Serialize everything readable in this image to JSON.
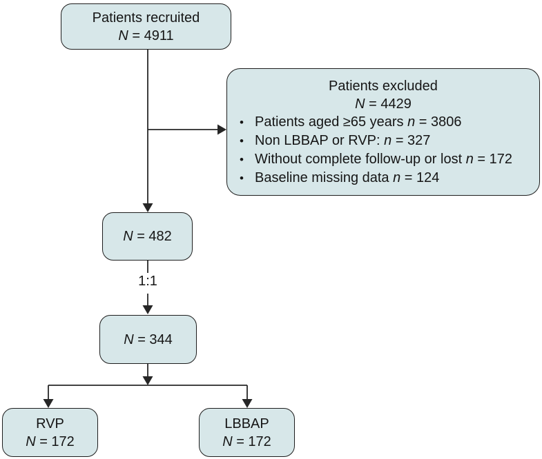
{
  "colors": {
    "box_fill": "#d7e7e9",
    "box_border": "#1c1c1c",
    "connector": "#262626",
    "text": "#151515"
  },
  "nodes": {
    "recruited": {
      "title": "Patients recruited",
      "count_italic": "N",
      "count_rest": " = 4911"
    },
    "excluded": {
      "title": "Patients excluded",
      "count_italic": "N",
      "count_rest": " = 4429",
      "bullet_glyph": "•",
      "reasons": [
        {
          "pre": "Patients aged ≥65 years ",
          "italic": "n",
          "post": " = 3806"
        },
        {
          "pre": "Non LBBAP or RVP: ",
          "italic": "n",
          "post": " = 327"
        },
        {
          "pre": "Without complete follow-up or lost ",
          "italic": "n",
          "post": " = 172"
        },
        {
          "pre": "Baseline missing data ",
          "italic": "n",
          "post": " = 124"
        }
      ]
    },
    "n482": {
      "count_italic": "N",
      "count_rest": " = 482"
    },
    "n344": {
      "count_italic": "N",
      "count_rest": " = 344"
    },
    "rvp": {
      "title": "RVP",
      "count_italic": "N",
      "count_rest": " = 172"
    },
    "lbbap": {
      "title": "LBBAP",
      "count_italic": "N",
      "count_rest": " = 172"
    }
  },
  "labels": {
    "randomization_ratio": "1:1"
  }
}
